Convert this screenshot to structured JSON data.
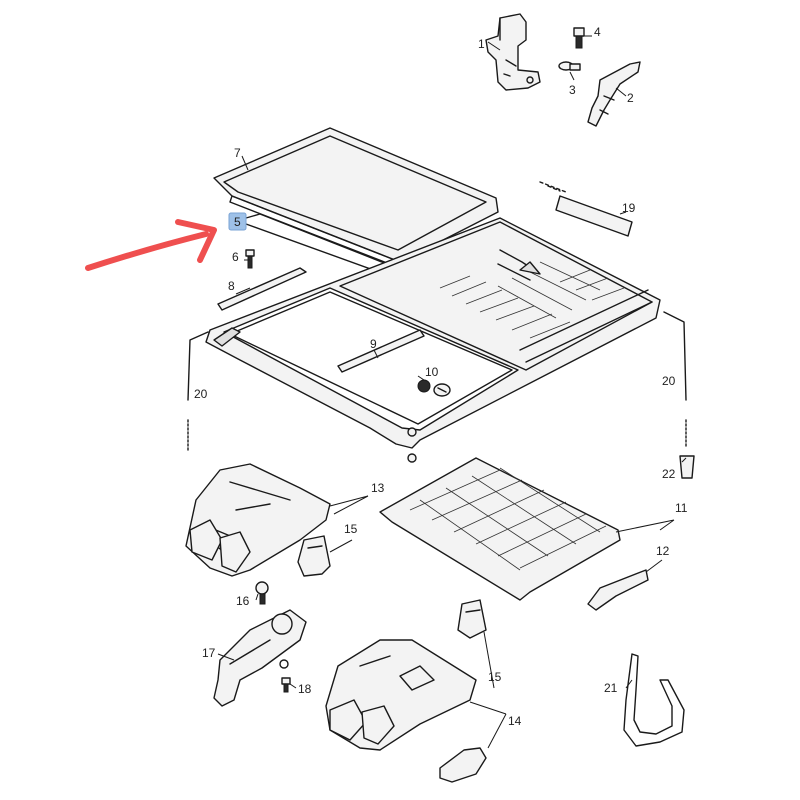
{
  "highlight_color": "#9ec1e8",
  "arrow_color": "#ef4f4f",
  "part_numbers": {
    "p1": "1",
    "p2": "2",
    "p3": "3",
    "p4": "4",
    "p5": "5",
    "p6": "6",
    "p7": "7",
    "p8": "8",
    "p9": "9",
    "p10": "10",
    "p11": "11",
    "p12": "12",
    "p13": "13",
    "p14": "14",
    "p15a": "15",
    "p15b": "15",
    "p16": "16",
    "p17": "17",
    "p18": "18",
    "p19": "19",
    "p20a": "20",
    "p20b": "20",
    "p21": "21",
    "p22": "22"
  },
  "highlighted_part": "5"
}
